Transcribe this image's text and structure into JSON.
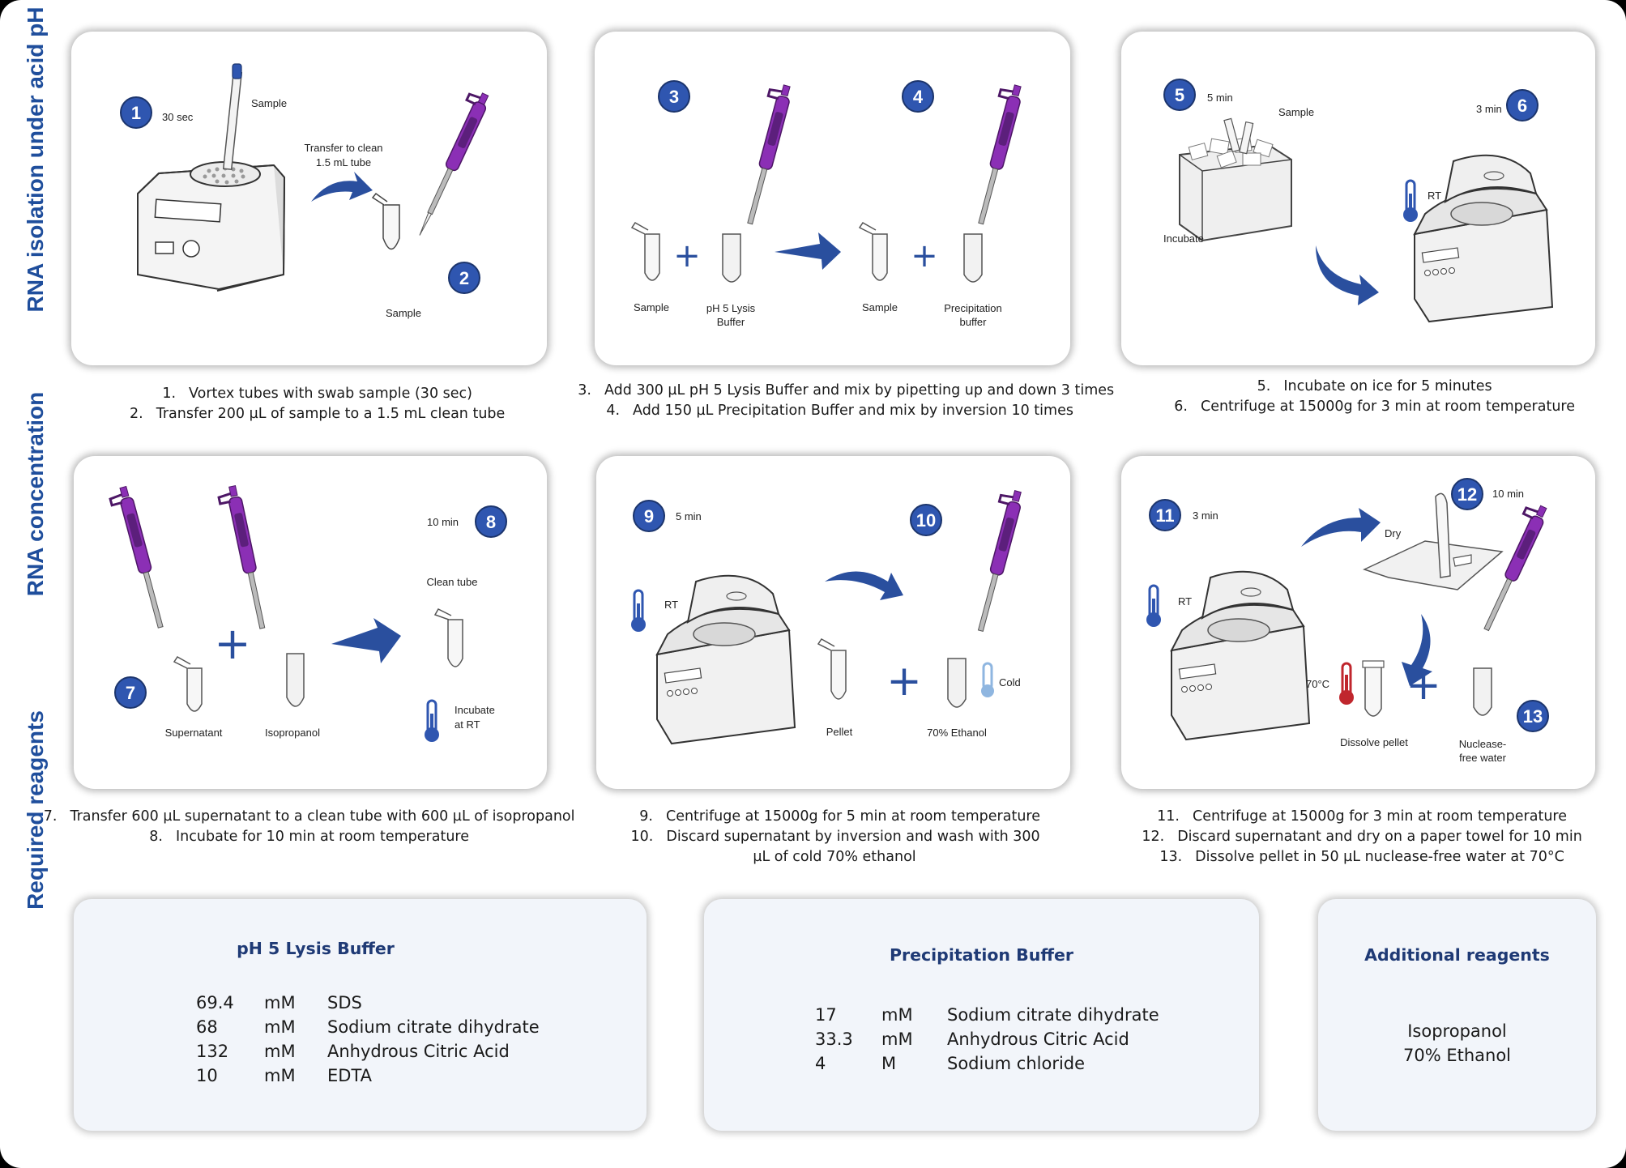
{
  "side_labels": {
    "row1": "RNA isolation under acid pH",
    "row2": "RNA concentration",
    "row3": "Required reagents"
  },
  "panels": {
    "p1": {
      "b1": "1",
      "b2": "2",
      "time1": "30 sec",
      "sample_top": "Sample",
      "transfer_line1": "Transfer to clean",
      "transfer_line2": "1.5 mL tube",
      "sample_bottom": "Sample"
    },
    "p2": {
      "b3": "3",
      "b4": "4",
      "sample1": "Sample",
      "lysis_line1": "pH 5 Lysis",
      "lysis_line2": "Buffer",
      "sample2": "Sample",
      "precip_line1": "Precipitation",
      "precip_line2": "buffer"
    },
    "p3": {
      "b5": "5",
      "b6": "6",
      "time5": "5 min",
      "time6": "3 min",
      "sample": "Sample",
      "incubate": "Incubate",
      "rt": "RT"
    },
    "p4": {
      "b7": "7",
      "b8": "8",
      "time8": "10 min",
      "clean_tube": "Clean tube",
      "supernatant": "Supernatant",
      "isopropanol": "Isopropanol",
      "incubate_line1": "Incubate",
      "incubate_line2": "at RT"
    },
    "p5": {
      "b9": "9",
      "b10": "10",
      "time9": "5 min",
      "rt": "RT",
      "pellet": "Pellet",
      "ethanol": "70% Ethanol",
      "cold": "Cold"
    },
    "p6": {
      "b11": "11",
      "b12": "12",
      "b13": "13",
      "time11": "3 min",
      "time12": "10 min",
      "dry": "Dry",
      "rt": "RT",
      "temp": "70°C",
      "dissolve": "Dissolve pellet",
      "water_line1": "Nuclease-",
      "water_line2": "free water"
    }
  },
  "steps": {
    "s1": {
      "num": "1.",
      "text": "Vortex tubes with swab sample (30 sec)"
    },
    "s2": {
      "num": "2.",
      "text": "Transfer 200 µL of sample to a 1.5 mL clean tube"
    },
    "s3": {
      "num": "3.",
      "text": "Add 300 µL pH 5 Lysis Buffer and mix by pipetting up and down 3 times"
    },
    "s4": {
      "num": "4.",
      "text": "Add 150 µL Precipitation Buffer and mix by inversion 10 times"
    },
    "s5": {
      "num": "5.",
      "text": "Incubate on ice for 5 minutes"
    },
    "s6": {
      "num": "6.",
      "text": "Centrifuge at 15000g for 3 min at room temperature"
    },
    "s7": {
      "num": "7.",
      "text": "Transfer 600 µL supernatant to a clean tube with 600 µL of isopropanol"
    },
    "s8": {
      "num": "8.",
      "text": "Incubate for 10 min at room temperature"
    },
    "s9": {
      "num": "9.",
      "text": "Centrifuge at 15000g for 5 min at room temperature"
    },
    "s10": {
      "num": "10.",
      "text": "Discard supernatant by inversion and wash with 300"
    },
    "s10b": "µL of cold 70% ethanol",
    "s11": {
      "num": "11.",
      "text": "Centrifuge at 15000g for 3 min at room temperature"
    },
    "s12": {
      "num": "12.",
      "text": "Discard supernatant and dry on a paper towel for 10 min"
    },
    "s13": {
      "num": "13.",
      "text": "Dissolve pellet in 50 µL nuclease-free water at 70°C"
    }
  },
  "reagents": {
    "lysis": {
      "title": "pH 5 Lysis Buffer",
      "rows": [
        {
          "amount": "69.4",
          "unit": "mM",
          "name": "SDS"
        },
        {
          "amount": "68",
          "unit": "mM",
          "name": "Sodium citrate dihydrate"
        },
        {
          "amount": "132",
          "unit": "mM",
          "name": "Anhydrous Citric Acid"
        },
        {
          "amount": "10",
          "unit": "mM",
          "name": "EDTA"
        }
      ]
    },
    "precip": {
      "title": "Precipitation Buffer",
      "rows": [
        {
          "amount": "17",
          "unit": "mM",
          "name": "Sodium citrate dihydrate"
        },
        {
          "amount": "33.3",
          "unit": "mM",
          "name": "Anhydrous Citric Acid"
        },
        {
          "amount": "4",
          "unit": "M",
          "name": "Sodium chloride"
        }
      ]
    },
    "additional": {
      "title": "Additional reagents",
      "items": [
        "Isopropanol",
        "70% Ethanol"
      ]
    }
  },
  "colors": {
    "badge": "#2f56b0",
    "arrow": "#2a4f9e",
    "pipette": "#8b2fb5",
    "title": "#1f4e9c",
    "thermo_rt": "#2f56b0",
    "thermo_hot": "#c0262d",
    "thermo_cold": "#8fb6e0"
  }
}
